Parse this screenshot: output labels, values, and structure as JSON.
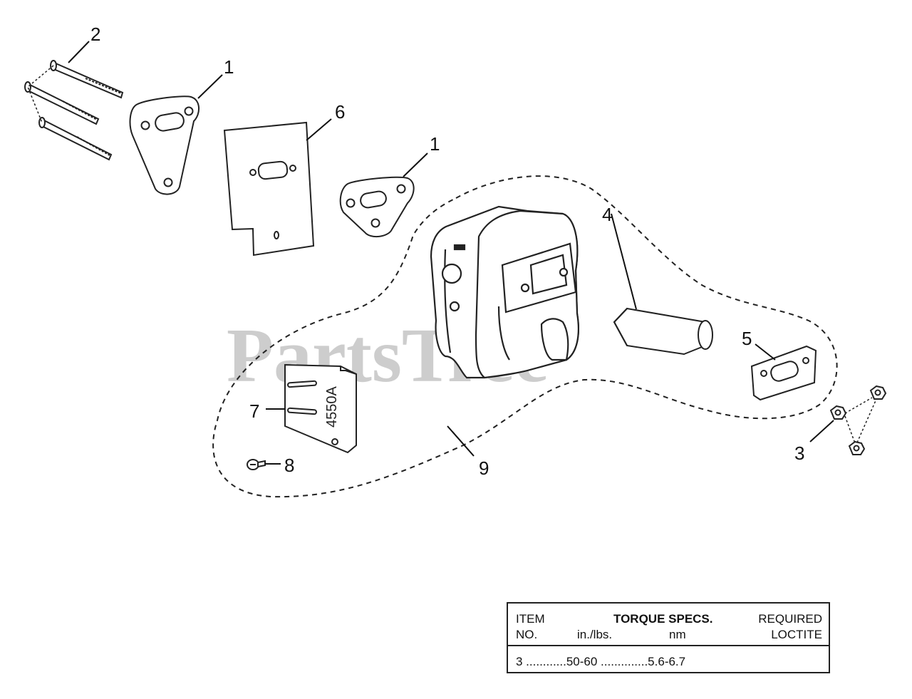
{
  "watermark": {
    "text": "PartsTree",
    "trademark": "™"
  },
  "callouts": {
    "c1a": "1",
    "c1b": "1",
    "c2": "2",
    "c3": "3",
    "c4": "4",
    "c5": "5",
    "c6": "6",
    "c7": "7",
    "c8": "8",
    "c9": "9"
  },
  "heat_shield_stamp": "4550A",
  "torque_table": {
    "item_line1": "ITEM",
    "item_line2": "NO.",
    "torque_title": "TORQUE SPECS.",
    "unit_inlbs": "in./lbs.",
    "unit_nm": "nm",
    "loctite_line1": "REQUIRED",
    "loctite_line2": "LOCTITE",
    "row": "3 ............50-60 ..............5.6-6.7"
  }
}
